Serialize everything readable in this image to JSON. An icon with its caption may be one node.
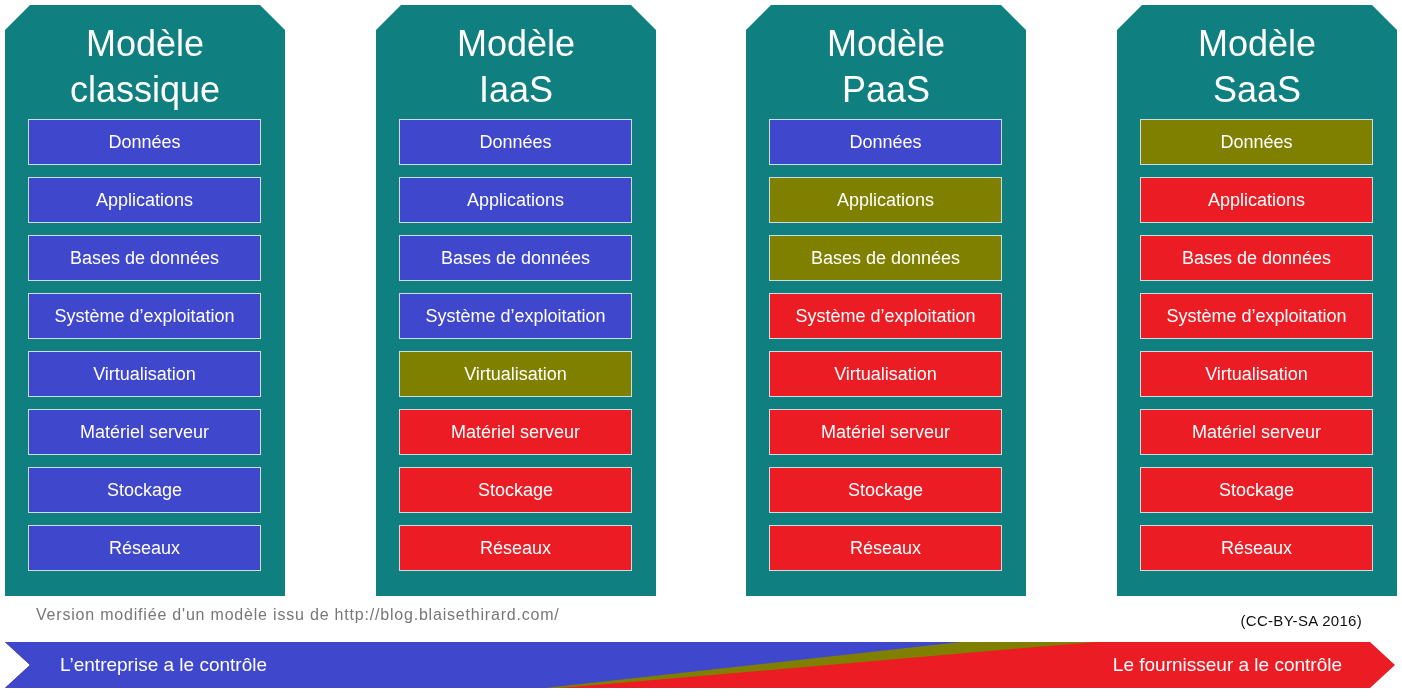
{
  "diagram": {
    "nodes": [
      {
        "text": [
          "Modèle classique"
        ]
      },
      {
        "text": [
          "Données"
        ],
        "in": 0
      },
      {
        "text": [
          "Applications"
        ],
        "in": 0
      },
      {
        "text": [
          "Bases de données"
        ],
        "in": 0
      },
      {
        "text": [
          "Système d’exploitation"
        ],
        "in": 0
      },
      {
        "text": [
          "Virtualisation"
        ],
        "in": 0
      },
      {
        "text": [
          "Matériel serveur"
        ],
        "in": 0
      },
      {
        "text": [
          "Stockage"
        ],
        "in": 0
      },
      {
        "text": [
          "Réseaux"
        ],
        "in": 0
      },
      {
        "text": [
          "Modèle IaaS"
        ]
      },
      {
        "text": [
          "Données"
        ],
        "in": 9
      },
      {
        "text": [
          "Applications"
        ],
        "in": 9
      },
      {
        "text": [
          "Bases de données"
        ],
        "in": 9
      },
      {
        "text": [
          "Système d’exploitation"
        ],
        "in": 9
      },
      {
        "text": [
          "Virtualisation"
        ],
        "in": 9
      },
      {
        "text": [
          "Matériel serveur"
        ],
        "in": 9
      },
      {
        "text": [
          "Stockage"
        ],
        "in": 9
      },
      {
        "text": [
          "Réseaux"
        ],
        "in": 9
      },
      {
        "text": [
          "Modèle PaaS"
        ]
      },
      {
        "text": [
          "Données"
        ],
        "in": 18
      },
      {
        "text": [
          "Applications"
        ],
        "in": 18
      },
      {
        "text": [
          "Bases de données"
        ],
        "in": 18
      },
      {
        "text": [
          "Système d’exploitation"
        ],
        "in": 18
      },
      {
        "text": [
          "Virtualisation"
        ],
        "in": 18
      },
      {
        "text": [
          "Matériel serveur"
        ],
        "in": 18
      },
      {
        "text": [
          "Stockage"
        ],
        "in": 18
      },
      {
        "text": [
          "Réseaux"
        ],
        "in": 18
      },
      {
        "text": [
          "Modèle SaaS"
        ]
      },
      {
        "text": [
          "Données"
        ],
        "in": 27
      },
      {
        "text": [
          "Applications"
        ],
        "in": 27
      },
      {
        "text": [
          "Bases de données"
        ],
        "in": 27
      },
      {
        "text": [
          "Système d’exploitation"
        ],
        "in": 27
      },
      {
        "text": [
          "Virtualisation"
        ],
        "in": 27
      },
      {
        "text": [
          "Matériel serveur"
        ],
        "in": 27
      },
      {
        "text": [
          "Stockage"
        ],
        "in": 27
      },
      {
        "text": [
          "Réseaux"
        ],
        "in": 27
      },
      {
        "text": [
          "L’entreprise a le contrôle",
          "Le fournisseur a le contrôle"
        ]
      }
    ],
    "labels": [
      "Version modifiée d'un modèle issu de http://blog.blaisethirard.com/",
      "(CC-BY-SA 2016)"
    ]
  }
}
